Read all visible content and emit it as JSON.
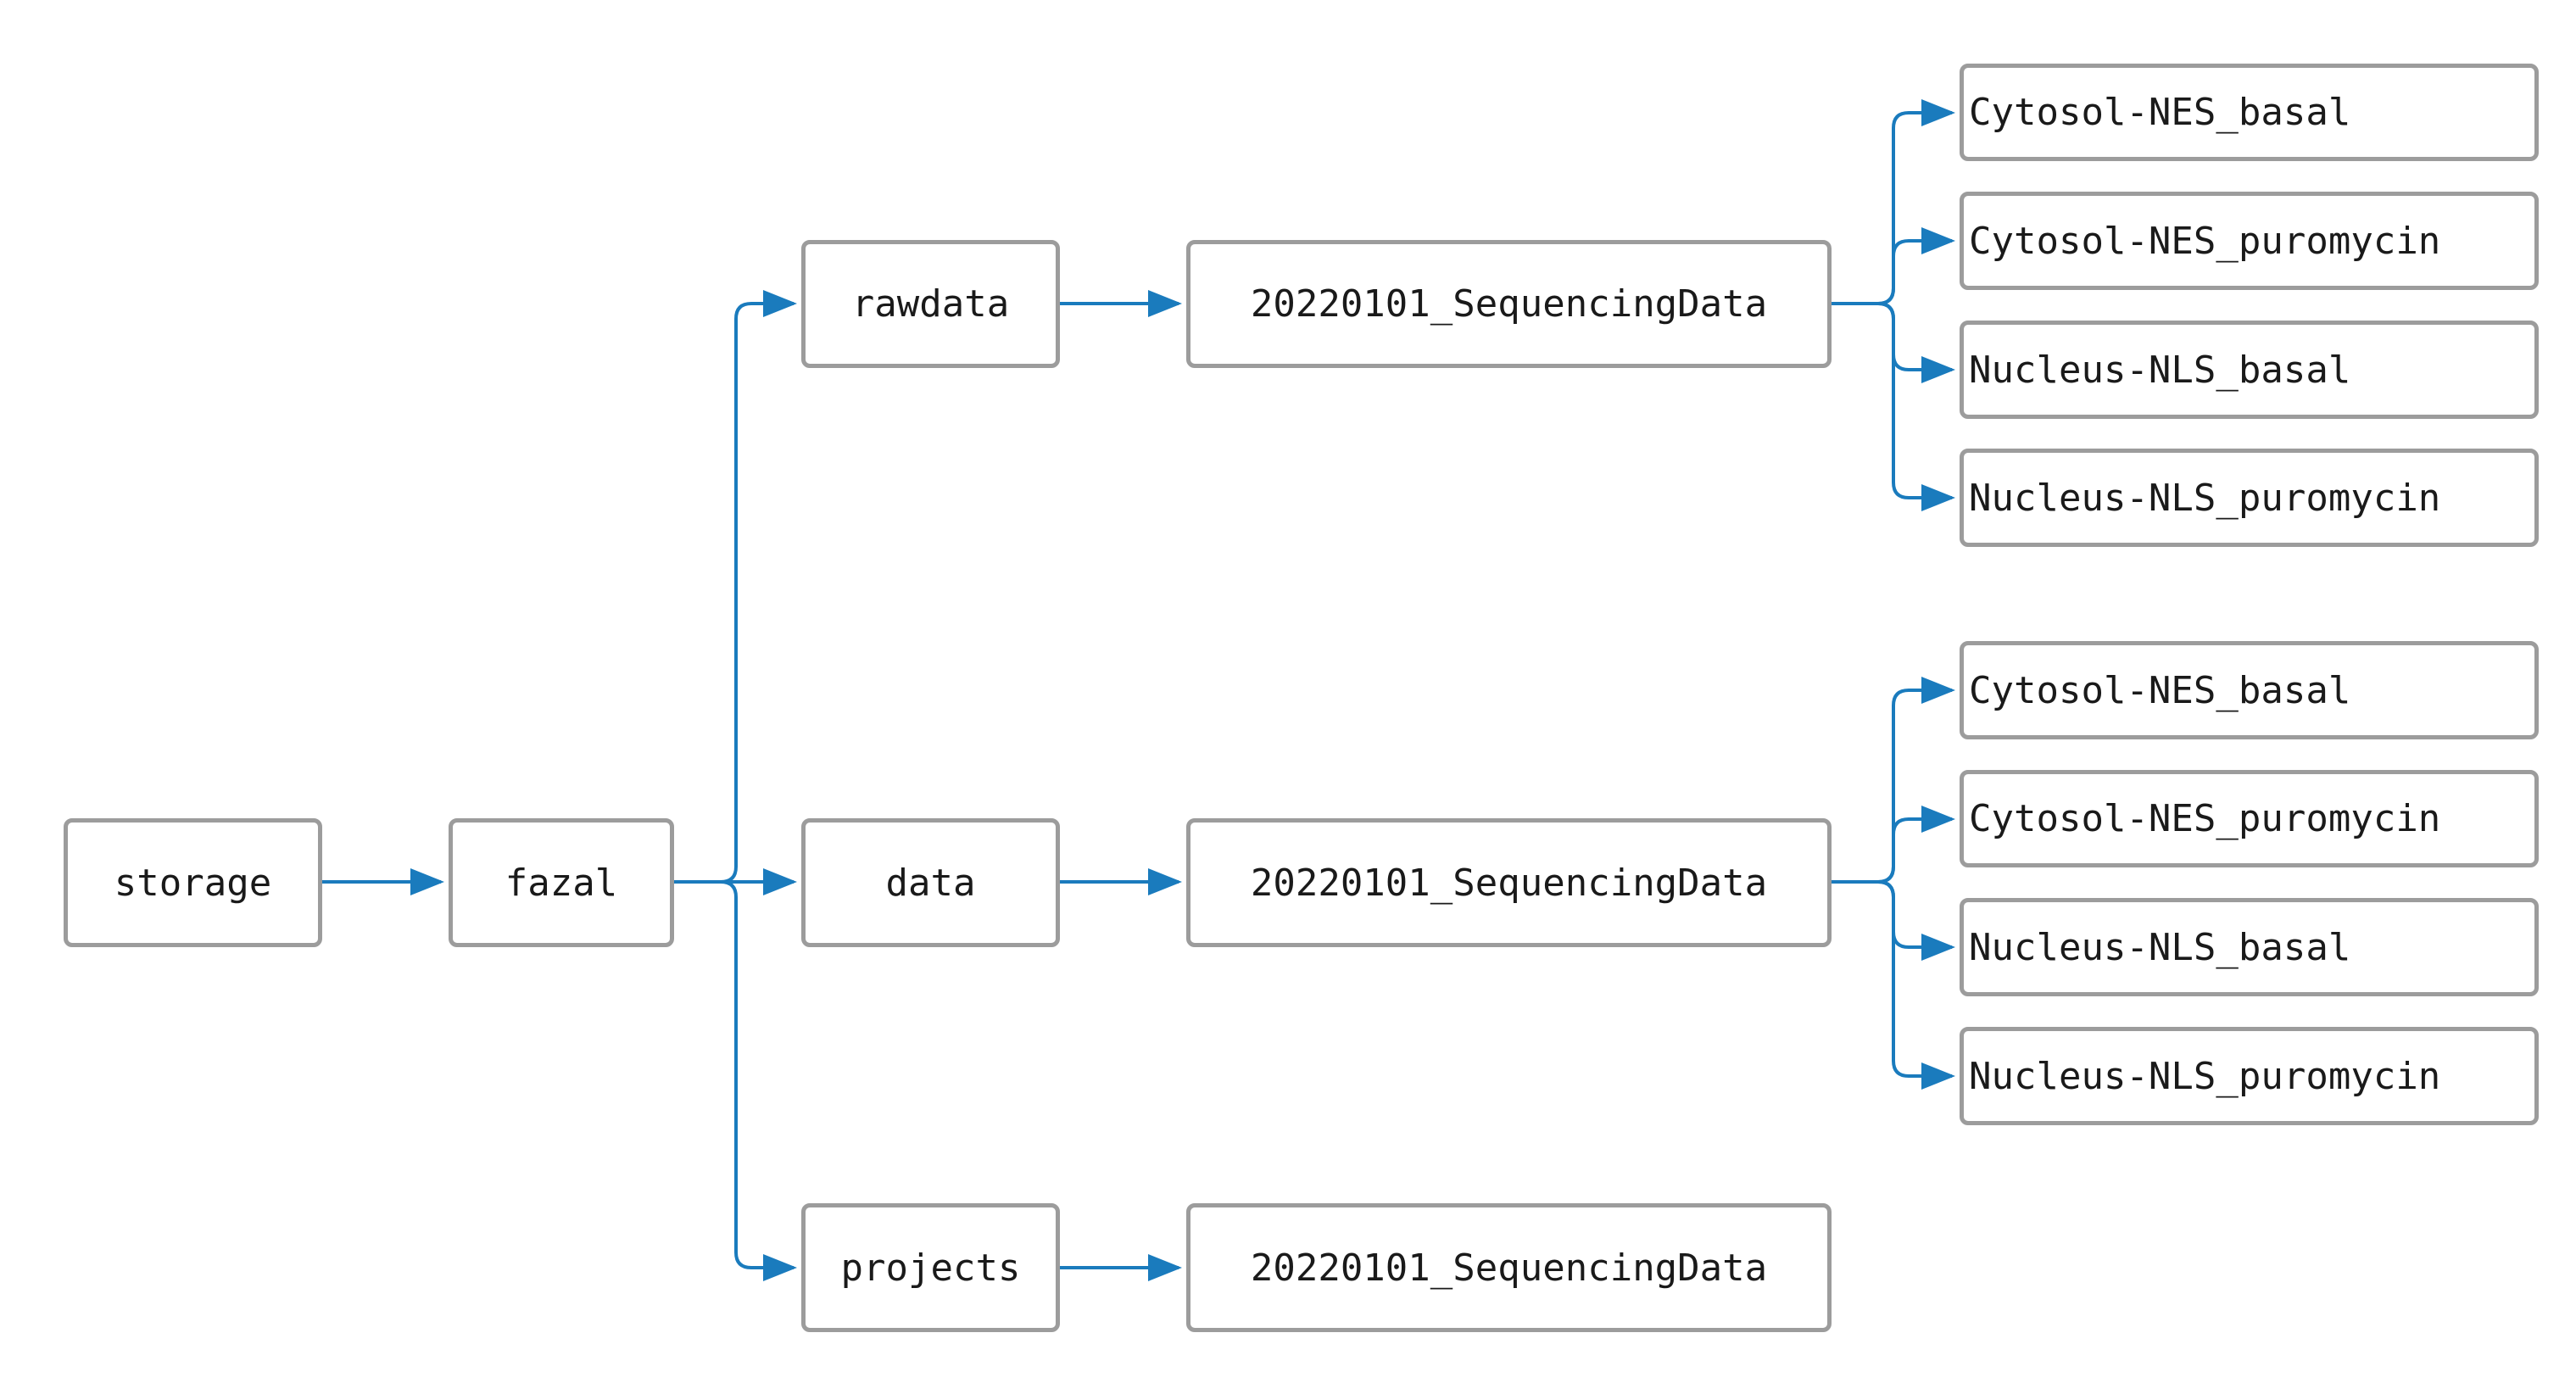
{
  "colors": {
    "edge": "#1a7bbd",
    "node_border": "#9c9c9c",
    "text": "#1a1a1a"
  },
  "tree": {
    "storage": "storage",
    "fazal": "fazal",
    "rawdata": "rawdata",
    "data": "data",
    "projects": "projects",
    "rawdata_child": "20220101_SequencingData",
    "data_child": "20220101_SequencingData",
    "projects_child": "20220101_SequencingData",
    "rawdata_samples": [
      "Cytosol-NES_basal",
      "Cytosol-NES_puromycin",
      "Nucleus-NLS_basal",
      "Nucleus-NLS_puromycin"
    ],
    "data_samples": [
      "Cytosol-NES_basal",
      "Cytosol-NES_puromycin",
      "Nucleus-NLS_basal",
      "Nucleus-NLS_puromycin"
    ]
  }
}
